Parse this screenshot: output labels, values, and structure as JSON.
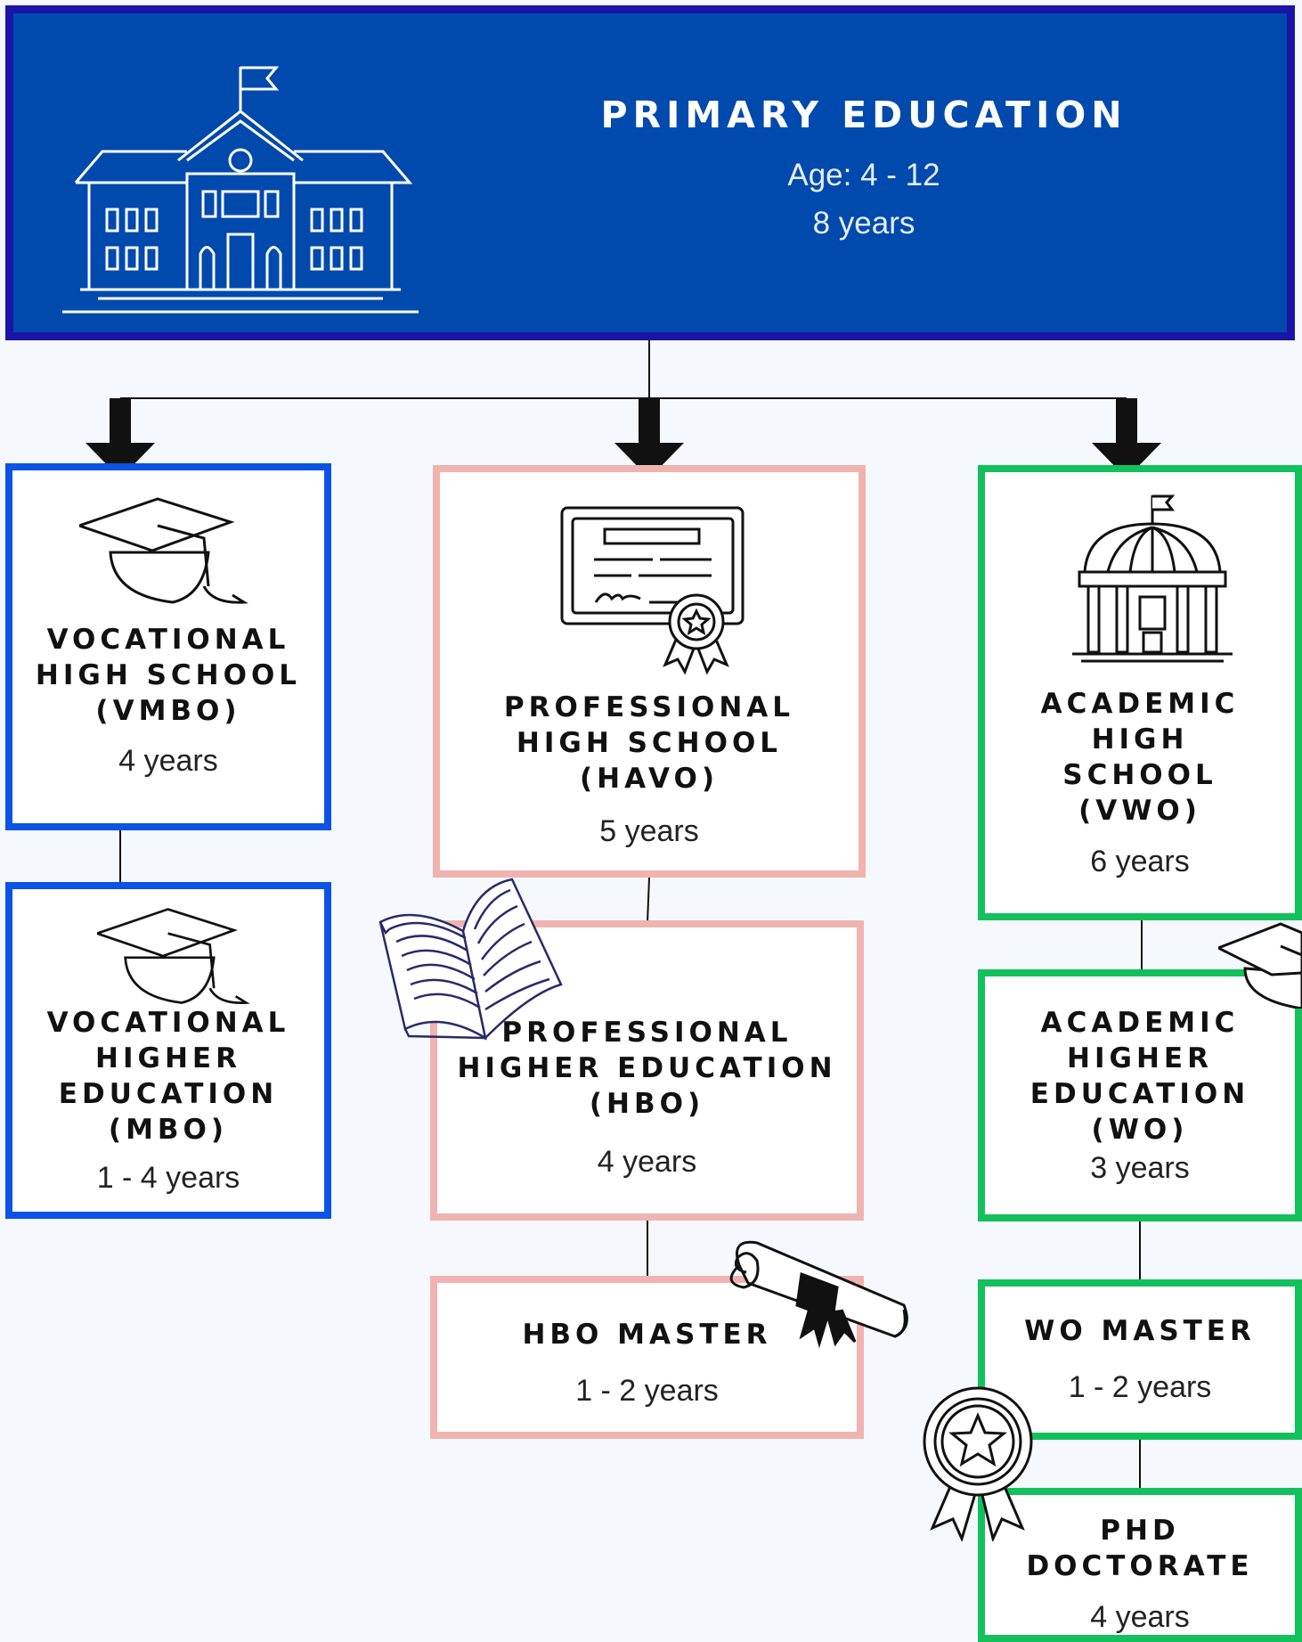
{
  "primary": {
    "title": "PRIMARY EDUCATION",
    "age": "Age: 4 - 12",
    "duration": "8 years"
  },
  "vocational": {
    "high_school": {
      "title": "VOCATIONAL\nHIGH SCHOOL\n(VMBO)",
      "duration": "4 years"
    },
    "higher": {
      "title": "VOCATIONAL\nHIGHER\nEDUCATION\n(MBO)",
      "duration": "1 - 4 years"
    }
  },
  "professional": {
    "high_school": {
      "title": "PROFESSIONAL\nHIGH SCHOOL\n(HAVO)",
      "duration": "5 years"
    },
    "higher": {
      "title": "PROFESSIONAL\nHIGHER EDUCATION\n(HBO)",
      "duration": "4 years"
    },
    "master": {
      "title": "HBO MASTER",
      "duration": "1 - 2 years"
    }
  },
  "academic": {
    "high_school": {
      "title": "ACADEMIC\nHIGH\nSCHOOL\n(VWO)",
      "duration": "6 years"
    },
    "higher": {
      "title": "ACADEMIC\nHIGHER\nEDUCATION\n(WO)",
      "duration": "3 years"
    },
    "master": {
      "title": "WO MASTER",
      "duration": "1 - 2 years"
    },
    "phd": {
      "title": "PHD\nDOCTORATE",
      "duration": "4 years"
    }
  },
  "colors": {
    "primary_fill": "#0049ad",
    "vocational": "#0b52e6",
    "professional": "#f1b3b0",
    "academic": "#12c05c"
  },
  "icons": [
    "school-building-icon",
    "graduation-cap-icon",
    "diploma-certificate-icon",
    "domed-building-icon",
    "open-book-icon",
    "scroll-icon",
    "award-medal-icon",
    "down-arrow-icon"
  ]
}
